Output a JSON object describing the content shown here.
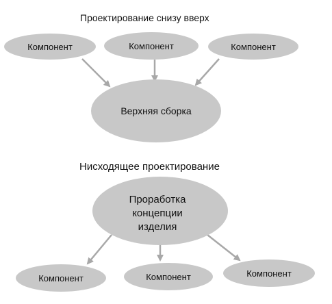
{
  "top_section": {
    "title": "Проектирование снизу вверх",
    "components": [
      "Компонент",
      "Компонент",
      "Компонент"
    ],
    "assembly": "Верхняя сборка"
  },
  "bottom_section": {
    "title": "Нисходящее проектирование",
    "concept_lines": [
      "Проработка",
      "концепции",
      "изделия"
    ],
    "components": [
      "Компонент",
      "Компонент",
      "Компонент"
    ]
  },
  "colors": {
    "node_fill": "#c8c8c8",
    "edge": "#a8a8a8",
    "text": "#111111"
  }
}
